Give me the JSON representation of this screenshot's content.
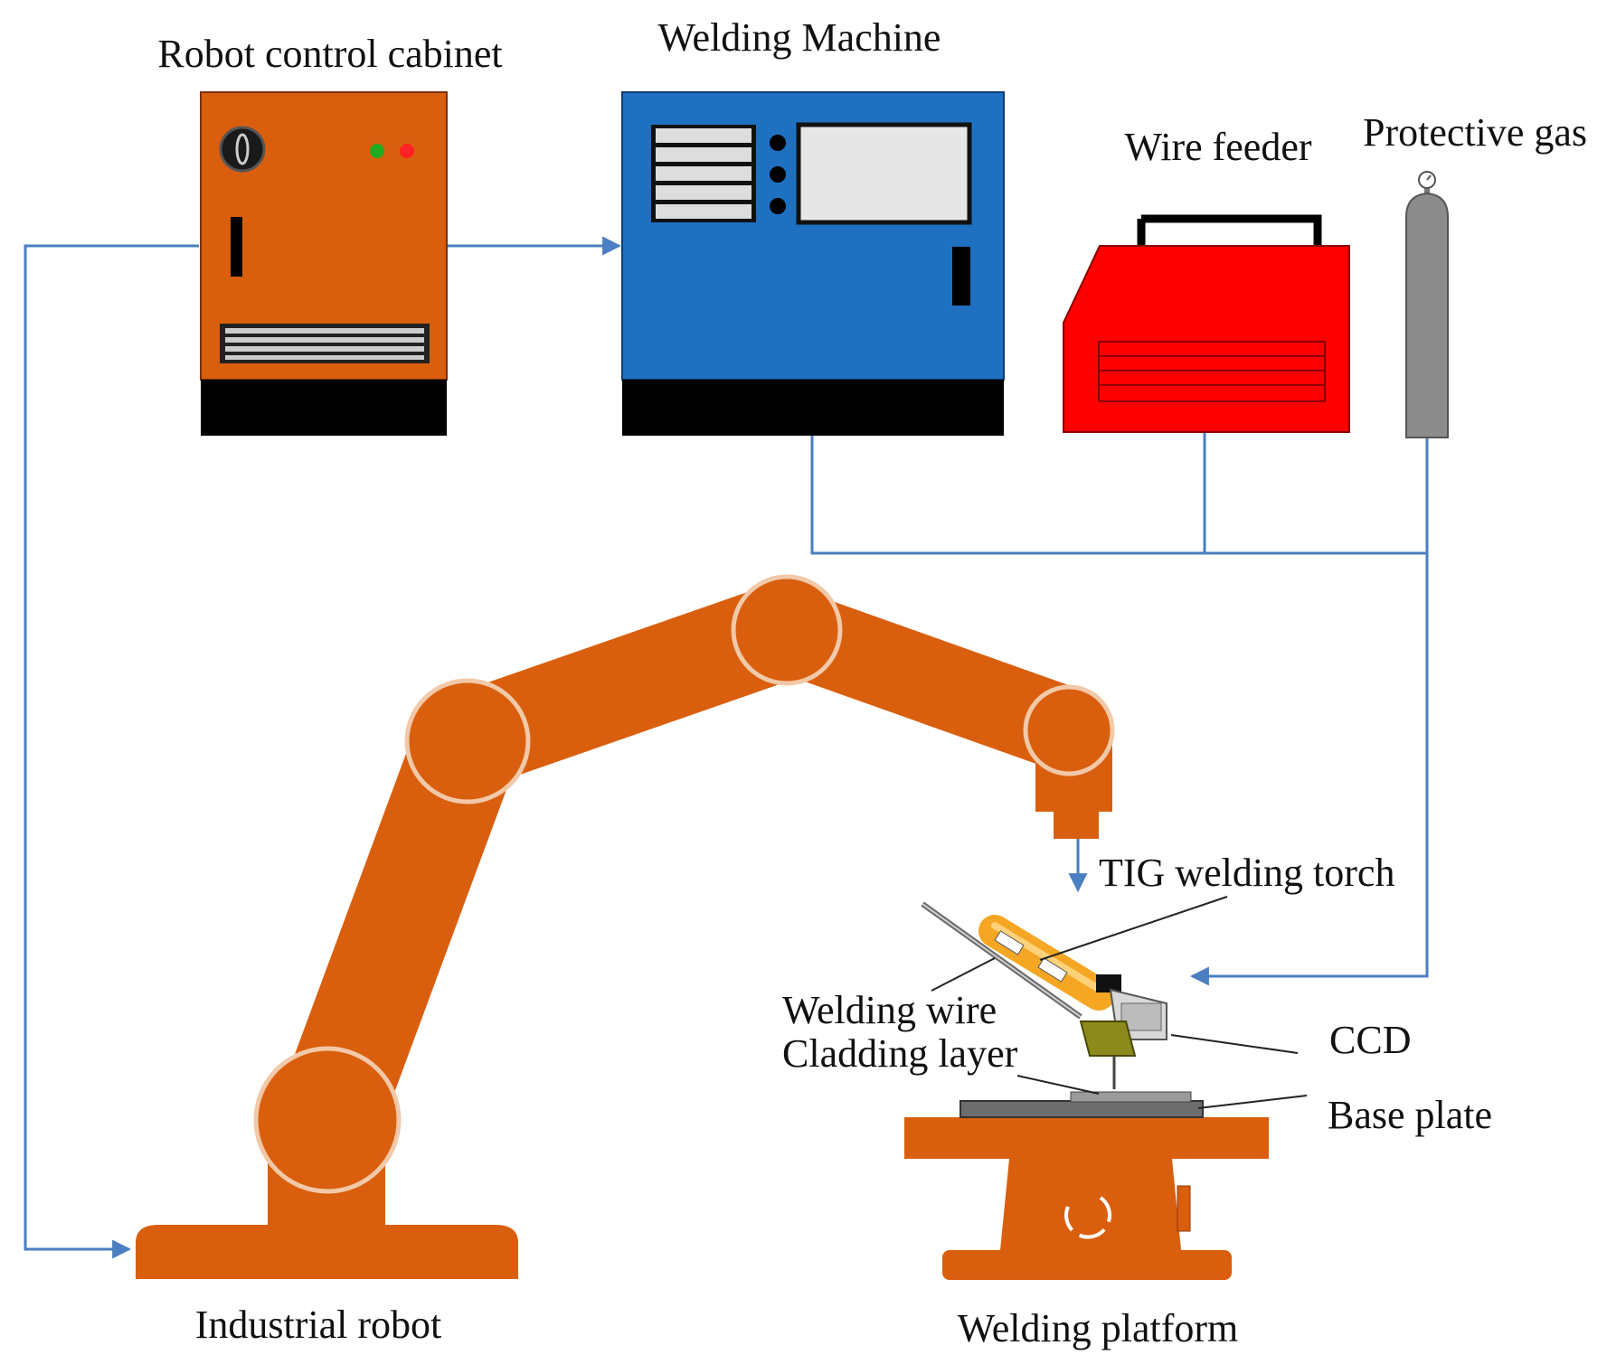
{
  "labels": {
    "robot_control_cabinet": "Robot control cabinet",
    "welding_machine": "Welding Machine",
    "wire_feeder": "Wire feeder",
    "protective_gas": "Protective gas",
    "tig_torch": "TIG welding torch",
    "welding_wire": "Welding wire",
    "cladding_layer": "Cladding layer",
    "ccd": "CCD",
    "base_plate": "Base plate",
    "industrial_robot": "Industrial robot",
    "welding_platform": "Welding platform"
  },
  "colors": {
    "robot_orange": "#d95f0e",
    "welding_machine_blue": "#1f70c1",
    "wire_feeder_red": "#ff0000",
    "gas_cylinder_gray": "#8c8c8c",
    "connector_blue": "#4a7fc1",
    "joint_ring": "#f2c9a8",
    "base_black": "#000000"
  },
  "icons": {
    "cabinet": "robot-control-cabinet-icon",
    "machine": "welding-machine-icon",
    "feeder": "wire-feeder-icon",
    "gas": "gas-cylinder-icon",
    "robot": "industrial-robot-arm-icon",
    "platform": "welding-platform-icon",
    "torch": "tig-torch-icon"
  }
}
